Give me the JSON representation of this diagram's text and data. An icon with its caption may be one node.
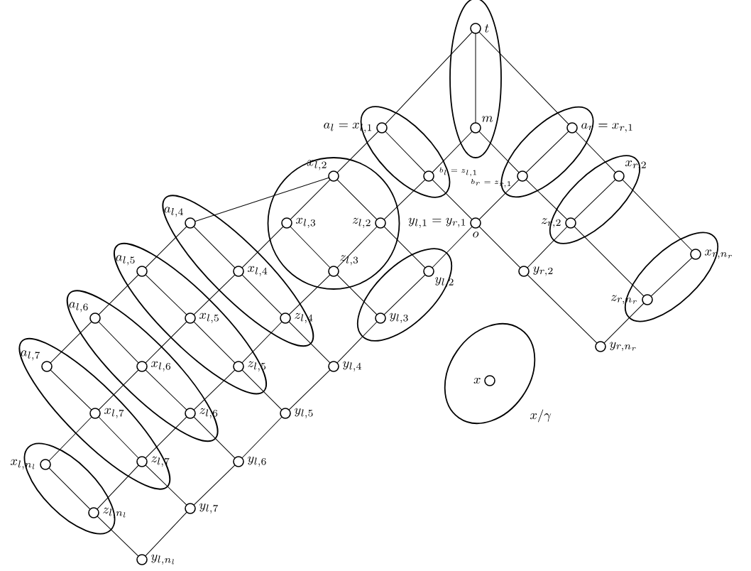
{
  "diagram": {
    "nodes": [
      {
        "text": [],
        "shape": "ellipse"
      },
      {
        "text": [],
        "shape": "circle",
        "in": 0,
        "beside": [
          "t"
        ]
      },
      {
        "text": [],
        "shape": "circle",
        "in": 0,
        "beside": [
          "m"
        ]
      },
      {
        "text": [],
        "shape": "ellipse"
      },
      {
        "text": [],
        "shape": "circle",
        "in": 3,
        "beside": [
          "a_l = x_{l,1}"
        ]
      },
      {
        "text": [],
        "shape": "circle",
        "in": 3,
        "beside": [
          "b_l = z_{l,1}"
        ]
      },
      {
        "text": [],
        "shape": "ellipse"
      },
      {
        "text": [],
        "shape": "circle",
        "in": 6,
        "beside": [
          "a_r = x_{r,1}"
        ]
      },
      {
        "text": [],
        "shape": "circle",
        "in": 6,
        "beside": [
          "b_r = z_{r,1}"
        ]
      },
      {
        "text": [],
        "shape": "circle"
      },
      {
        "text": [],
        "shape": "circle",
        "in": 9,
        "beside": [
          "x_{l,2}"
        ]
      },
      {
        "text": [],
        "shape": "circle",
        "in": 9,
        "beside": [
          "x_{l,3}"
        ]
      },
      {
        "text": [],
        "shape": "circle",
        "in": 9,
        "beside": [
          "z_{l,2}"
        ]
      },
      {
        "text": [],
        "shape": "circle",
        "in": 9,
        "beside": [
          "z_{l,3}"
        ]
      },
      {
        "text": [],
        "shape": "circle",
        "beside": [
          "y_{l,1} = y_{r,1}",
          "o"
        ]
      },
      {
        "text": [],
        "shape": "ellipse"
      },
      {
        "text": [],
        "shape": "circle",
        "in": 15,
        "beside": [
          "x_{r,2}"
        ]
      },
      {
        "text": [],
        "shape": "circle",
        "in": 15,
        "beside": [
          "z_{r,2}"
        ]
      },
      {
        "text": [],
        "shape": "circle",
        "beside": [
          "y_{r,2}"
        ]
      },
      {
        "text": [],
        "shape": "ellipse"
      },
      {
        "text": [],
        "shape": "circle",
        "in": 19,
        "beside": [
          "y_{l,2}"
        ]
      },
      {
        "text": [],
        "shape": "circle",
        "in": 19,
        "beside": [
          "y_{l,3}"
        ]
      },
      {
        "text": [],
        "shape": "ellipse"
      },
      {
        "text": [],
        "shape": "circle",
        "in": 22,
        "beside": [
          "a_{l,4}"
        ]
      },
      {
        "text": [],
        "shape": "circle",
        "in": 22,
        "beside": [
          "x_{l,4}"
        ]
      },
      {
        "text": [],
        "shape": "circle",
        "in": 22,
        "beside": [
          "z_{l,4}"
        ]
      },
      {
        "text": [],
        "shape": "ellipse"
      },
      {
        "text": [],
        "shape": "circle",
        "in": 26,
        "beside": [
          "a_{l,5}"
        ]
      },
      {
        "text": [],
        "shape": "circle",
        "in": 26,
        "beside": [
          "x_{l,5}"
        ]
      },
      {
        "text": [],
        "shape": "circle",
        "in": 26,
        "beside": [
          "z_{l,5}"
        ]
      },
      {
        "text": [],
        "shape": "ellipse"
      },
      {
        "text": [],
        "shape": "circle",
        "in": 30,
        "beside": [
          "a_{l,6}"
        ]
      },
      {
        "text": [],
        "shape": "circle",
        "in": 30,
        "beside": [
          "x_{l,6}"
        ]
      },
      {
        "text": [],
        "shape": "circle",
        "in": 30,
        "beside": [
          "z_{l,6}"
        ]
      },
      {
        "text": [],
        "shape": "ellipse"
      },
      {
        "text": [],
        "shape": "circle",
        "in": 34,
        "beside": [
          "a_{l,7}"
        ]
      },
      {
        "text": [],
        "shape": "circle",
        "in": 34,
        "beside": [
          "x_{l,7}"
        ]
      },
      {
        "text": [],
        "shape": "circle",
        "in": 34,
        "beside": [
          "z_{l,7}"
        ]
      },
      {
        "text": [],
        "shape": "ellipse"
      },
      {
        "text": [],
        "shape": "circle",
        "in": 38,
        "beside": [
          "x_{r,n_r}"
        ]
      },
      {
        "text": [],
        "shape": "circle",
        "in": 38,
        "beside": [
          "z_{r,n_r}"
        ]
      },
      {
        "text": [],
        "shape": "circle",
        "beside": [
          "y_{r,n_r}"
        ]
      },
      {
        "text": [],
        "shape": "circle",
        "beside": [
          "y_{l,4}"
        ]
      },
      {
        "text": [],
        "shape": "circle",
        "beside": [
          "y_{l,5}"
        ]
      },
      {
        "text": [],
        "shape": "circle",
        "beside": [
          "y_{l,6}"
        ]
      },
      {
        "text": [],
        "shape": "circle",
        "beside": [
          "y_{l,7}"
        ]
      },
      {
        "text": [],
        "shape": "ellipse"
      },
      {
        "text": [],
        "shape": "circle",
        "in": 46,
        "beside": [
          "x_{l,n_l}"
        ]
      },
      {
        "text": [],
        "shape": "circle",
        "in": 46,
        "beside": [
          "z_{l,n_l}"
        ]
      },
      {
        "text": [],
        "shape": "circle",
        "beside": [
          "y_{l,n_l}"
        ]
      },
      {
        "text": [
          "x/\\gamma"
        ]
      },
      {
        "text": [],
        "shape": "circle",
        "in": 50,
        "beside": [
          "x"
        ]
      }
    ],
    "edges": [
      {
        "from": 1,
        "to": 2,
        "arrow": "none"
      },
      {
        "from": 1,
        "to": 4,
        "arrow": "none"
      },
      {
        "from": 4,
        "to": 10,
        "arrow": "none"
      },
      {
        "from": 1,
        "to": 7,
        "arrow": "none"
      },
      {
        "from": 7,
        "to": 16,
        "arrow": "none"
      },
      {
        "from": 16,
        "to": 39,
        "arrow": "none"
      },
      {
        "from": 2,
        "to": 5,
        "arrow": "none"
      },
      {
        "from": 2,
        "to": 8,
        "arrow": "none"
      },
      {
        "from": 4,
        "to": 5,
        "arrow": "none"
      },
      {
        "from": 5,
        "to": 14,
        "arrow": "none"
      },
      {
        "from": 7,
        "to": 8,
        "arrow": "none"
      },
      {
        "from": 8,
        "to": 14,
        "arrow": "none"
      },
      {
        "from": 5,
        "to": 12,
        "arrow": "none"
      },
      {
        "from": 12,
        "to": 13,
        "arrow": "none"
      },
      {
        "from": 13,
        "to": 25,
        "arrow": "none"
      },
      {
        "from": 25,
        "to": 29,
        "arrow": "none"
      },
      {
        "from": 29,
        "to": 33,
        "arrow": "none"
      },
      {
        "from": 33,
        "to": 37,
        "arrow": "none"
      },
      {
        "from": 37,
        "to": 48,
        "arrow": "none"
      },
      {
        "from": 10,
        "to": 11,
        "arrow": "none"
      },
      {
        "from": 11,
        "to": 24,
        "arrow": "none"
      },
      {
        "from": 24,
        "to": 28,
        "arrow": "none"
      },
      {
        "from": 28,
        "to": 32,
        "arrow": "none"
      },
      {
        "from": 32,
        "to": 36,
        "arrow": "none"
      },
      {
        "from": 36,
        "to": 47,
        "arrow": "none"
      },
      {
        "from": 10,
        "to": 23,
        "arrow": "none"
      },
      {
        "from": 23,
        "to": 27,
        "arrow": "none"
      },
      {
        "from": 27,
        "to": 31,
        "arrow": "none"
      },
      {
        "from": 31,
        "to": 35,
        "arrow": "none"
      },
      {
        "from": 23,
        "to": 24,
        "arrow": "none"
      },
      {
        "from": 27,
        "to": 28,
        "arrow": "none"
      },
      {
        "from": 31,
        "to": 32,
        "arrow": "none"
      },
      {
        "from": 35,
        "to": 36,
        "arrow": "none"
      },
      {
        "from": 10,
        "to": 12,
        "arrow": "none"
      },
      {
        "from": 11,
        "to": 13,
        "arrow": "none"
      },
      {
        "from": 24,
        "to": 25,
        "arrow": "none"
      },
      {
        "from": 28,
        "to": 29,
        "arrow": "none"
      },
      {
        "from": 32,
        "to": 33,
        "arrow": "none"
      },
      {
        "from": 36,
        "to": 37,
        "arrow": "none"
      },
      {
        "from": 47,
        "to": 48,
        "arrow": "none"
      },
      {
        "from": 12,
        "to": 20,
        "arrow": "none"
      },
      {
        "from": 13,
        "to": 21,
        "arrow": "none"
      },
      {
        "from": 25,
        "to": 42,
        "arrow": "none"
      },
      {
        "from": 29,
        "to": 43,
        "arrow": "none"
      },
      {
        "from": 33,
        "to": 44,
        "arrow": "none"
      },
      {
        "from": 37,
        "to": 45,
        "arrow": "none"
      },
      {
        "from": 48,
        "to": 49,
        "arrow": "none"
      },
      {
        "from": 14,
        "to": 20,
        "arrow": "none"
      },
      {
        "from": 20,
        "to": 21,
        "arrow": "none"
      },
      {
        "from": 21,
        "to": 42,
        "arrow": "none"
      },
      {
        "from": 42,
        "to": 43,
        "arrow": "none"
      },
      {
        "from": 43,
        "to": 44,
        "arrow": "none"
      },
      {
        "from": 44,
        "to": 45,
        "arrow": "none"
      },
      {
        "from": 45,
        "to": 49,
        "arrow": "none"
      },
      {
        "from": 8,
        "to": 17,
        "arrow": "none"
      },
      {
        "from": 17,
        "to": 40,
        "arrow": "none"
      },
      {
        "from": 16,
        "to": 17,
        "arrow": "none"
      },
      {
        "from": 17,
        "to": 18,
        "arrow": "none"
      },
      {
        "from": 39,
        "to": 40,
        "arrow": "none"
      },
      {
        "from": 40,
        "to": 41,
        "arrow": "none"
      },
      {
        "from": 14,
        "to": 18,
        "arrow": "none"
      },
      {
        "from": 18,
        "to": 41,
        "arrow": "none"
      }
    ]
  }
}
